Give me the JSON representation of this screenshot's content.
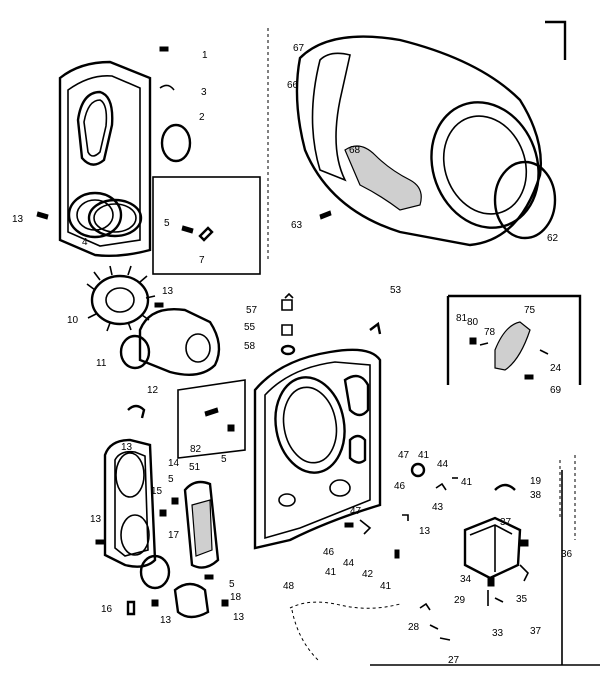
{
  "callouts": [
    {
      "id": "c3",
      "text": "3"
    },
    {
      "id": "c2",
      "text": "2"
    },
    {
      "id": "c1",
      "text": "1"
    },
    {
      "id": "c67",
      "text": "67"
    },
    {
      "id": "c66",
      "text": "66"
    },
    {
      "id": "c68",
      "text": "68"
    },
    {
      "id": "c63",
      "text": "63"
    },
    {
      "id": "c62",
      "text": "62"
    },
    {
      "id": "c13a",
      "text": "13"
    },
    {
      "id": "c4",
      "text": "4"
    },
    {
      "id": "c5a",
      "text": "5"
    },
    {
      "id": "c7",
      "text": "7"
    },
    {
      "id": "c13b",
      "text": "13"
    },
    {
      "id": "c10",
      "text": "10"
    },
    {
      "id": "c11",
      "text": "11"
    },
    {
      "id": "c57",
      "text": "57"
    },
    {
      "id": "c55",
      "text": "55"
    },
    {
      "id": "c58",
      "text": "58"
    },
    {
      "id": "c53",
      "text": "53"
    },
    {
      "id": "c81",
      "text": "81"
    },
    {
      "id": "c80",
      "text": "80"
    },
    {
      "id": "c78",
      "text": "78"
    },
    {
      "id": "c75",
      "text": "75"
    },
    {
      "id": "c24",
      "text": "24"
    },
    {
      "id": "c69",
      "text": "69"
    },
    {
      "id": "c12",
      "text": "12"
    },
    {
      "id": "c13c",
      "text": "13"
    },
    {
      "id": "c82",
      "text": "82"
    },
    {
      "id": "c5b",
      "text": "5"
    },
    {
      "id": "c14",
      "text": "14"
    },
    {
      "id": "c5c",
      "text": "5"
    },
    {
      "id": "c51",
      "text": "51"
    },
    {
      "id": "c15",
      "text": "15"
    },
    {
      "id": "c13d",
      "text": "13"
    },
    {
      "id": "c17",
      "text": "17"
    },
    {
      "id": "c47a",
      "text": "47"
    },
    {
      "id": "c41a",
      "text": "41"
    },
    {
      "id": "c44a",
      "text": "44"
    },
    {
      "id": "c46a",
      "text": "46"
    },
    {
      "id": "c41b",
      "text": "41"
    },
    {
      "id": "c43",
      "text": "43"
    },
    {
      "id": "c19",
      "text": "19"
    },
    {
      "id": "c38",
      "text": "38"
    },
    {
      "id": "c47b",
      "text": "47"
    },
    {
      "id": "c13e",
      "text": "13"
    },
    {
      "id": "c46b",
      "text": "46"
    },
    {
      "id": "c44b",
      "text": "44"
    },
    {
      "id": "c41c",
      "text": "41"
    },
    {
      "id": "c42",
      "text": "42"
    },
    {
      "id": "c41d",
      "text": "41"
    },
    {
      "id": "c37a",
      "text": "37"
    },
    {
      "id": "c36",
      "text": "36"
    },
    {
      "id": "c34",
      "text": "34"
    },
    {
      "id": "c35",
      "text": "35"
    },
    {
      "id": "c48",
      "text": "48"
    },
    {
      "id": "c5d",
      "text": "5"
    },
    {
      "id": "c18",
      "text": "18"
    },
    {
      "id": "c16",
      "text": "16"
    },
    {
      "id": "c13f",
      "text": "13"
    },
    {
      "id": "c13g",
      "text": "13"
    },
    {
      "id": "c29",
      "text": "29"
    },
    {
      "id": "c28",
      "text": "28"
    },
    {
      "id": "c27",
      "text": "27"
    },
    {
      "id": "c33",
      "text": "33"
    },
    {
      "id": "c37b",
      "text": "37"
    }
  ]
}
